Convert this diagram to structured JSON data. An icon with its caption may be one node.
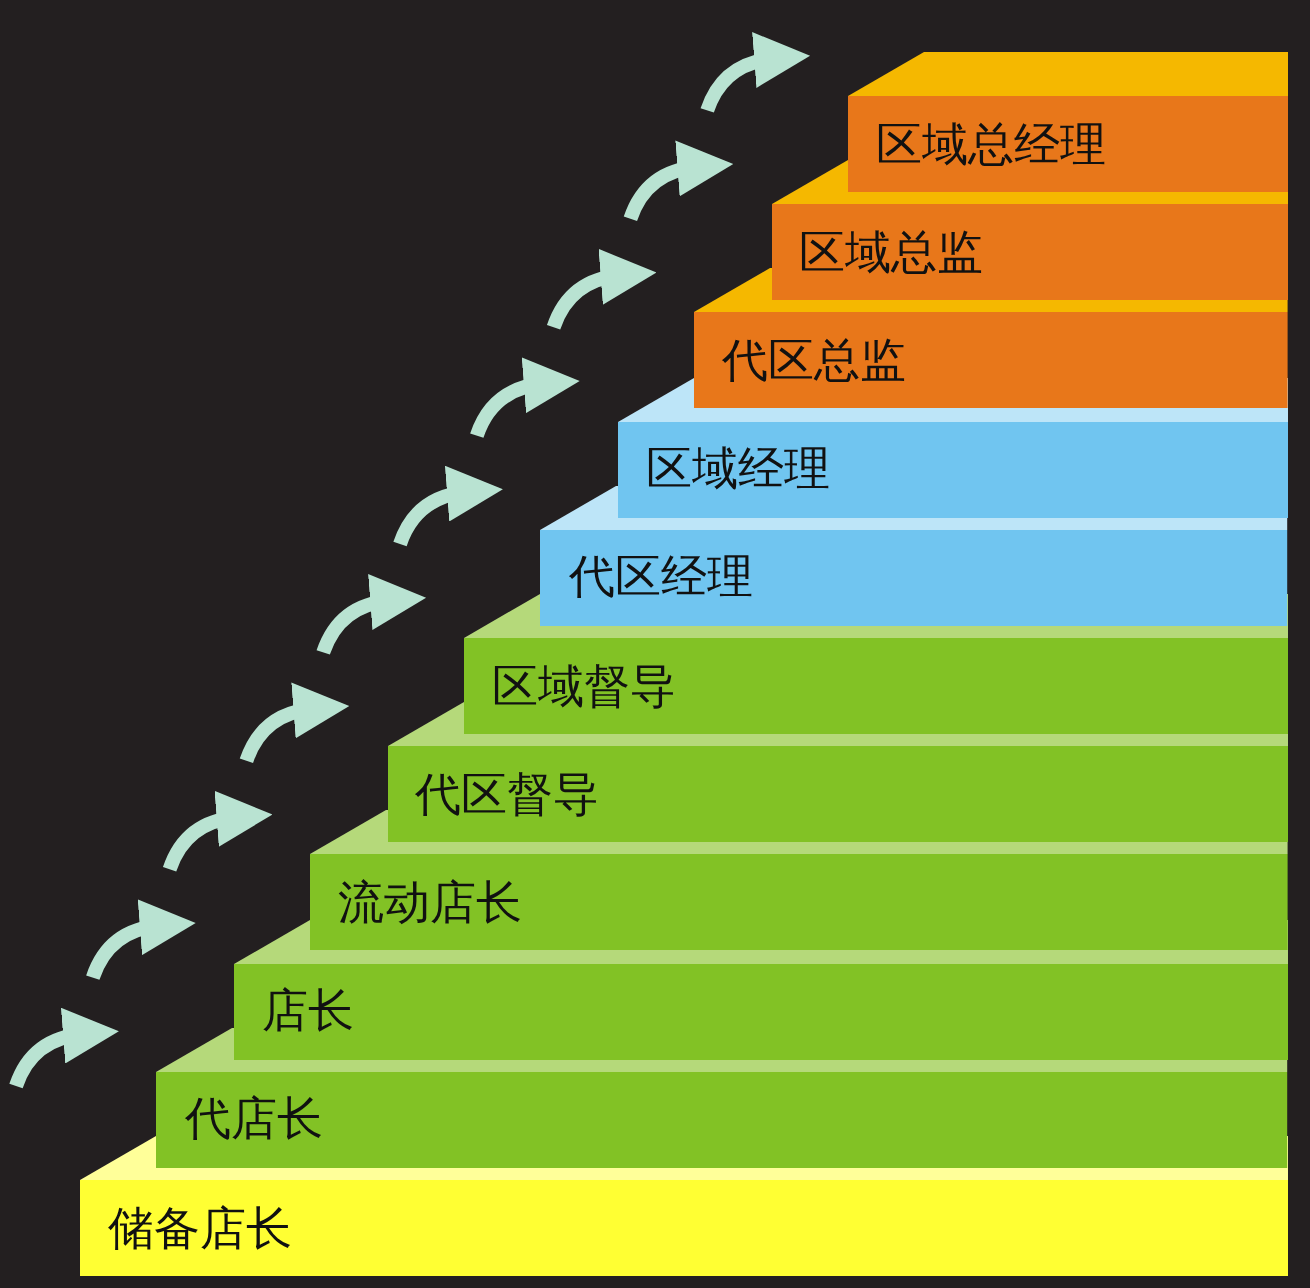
{
  "diagram": {
    "nodes": [
      {
        "text": [
          "储备店长"
        ]
      },
      {
        "text": [
          "代店长"
        ]
      },
      {
        "text": [
          "店长"
        ]
      },
      {
        "text": [
          "流动店长"
        ]
      },
      {
        "text": [
          "代区督导"
        ]
      },
      {
        "text": [
          "区域督导"
        ]
      },
      {
        "text": [
          "代区经理"
        ]
      },
      {
        "text": [
          "区域经理"
        ]
      },
      {
        "text": [
          "代区总监"
        ]
      },
      {
        "text": [
          "区域总监"
        ]
      },
      {
        "text": [
          "区域总经理"
        ]
      }
    ]
  }
}
